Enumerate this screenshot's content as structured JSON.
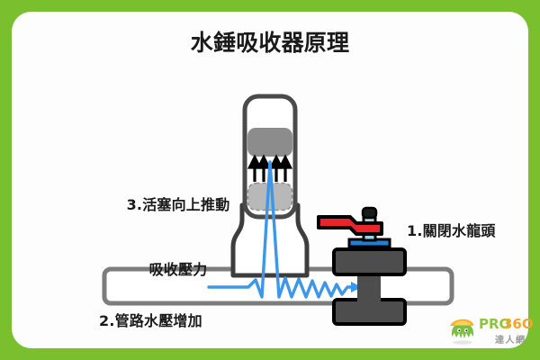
{
  "page": {
    "title": "水錘吸收器原理",
    "border_color": "#7ac02e",
    "panel_color": "#fdfdfd"
  },
  "diagram": {
    "name": "water-hammer-arrestor-principle",
    "steps": [
      {
        "id": "step-1",
        "label": "1.關閉水龍頭",
        "target": "valve"
      },
      {
        "id": "step-2",
        "label": "2.管路水壓增加",
        "target": "pipe"
      },
      {
        "id": "step-3",
        "label": "3.活塞向上推動",
        "label_line2": "吸收壓力",
        "target": "piston"
      }
    ],
    "parts": {
      "arrestor_body": "water-hammer-arrestor-cylinder",
      "piston_raised": "piston-raised-position",
      "piston_ghost": "piston-original-position",
      "arrows": "upward-force-arrows",
      "pipe": "horizontal-water-pipe",
      "valve_handle": "red-valve-lever",
      "valve_stem": "valve-stem",
      "valve_body": "valve-body",
      "shock_wave": "pressure-shock-wave"
    },
    "colors": {
      "outline_gray": "#6e6e6e",
      "outline_dark": "#3d3d3d",
      "piston_gray": "#8c8c8c",
      "piston_ghost_gray": "#b4b4b4",
      "wave_blue": "#3d97e8",
      "valve_red": "#e8262b",
      "valve_blue": "#1f7fd4",
      "valve_stem_blue": "#9ed4e8",
      "body_gray": "#4d4d4d",
      "arrow_black": "#000000"
    }
  },
  "logo": {
    "mark": "octopus-mascot-icon",
    "pro": "PRO",
    "num": "36O",
    "cn": "達人網"
  }
}
